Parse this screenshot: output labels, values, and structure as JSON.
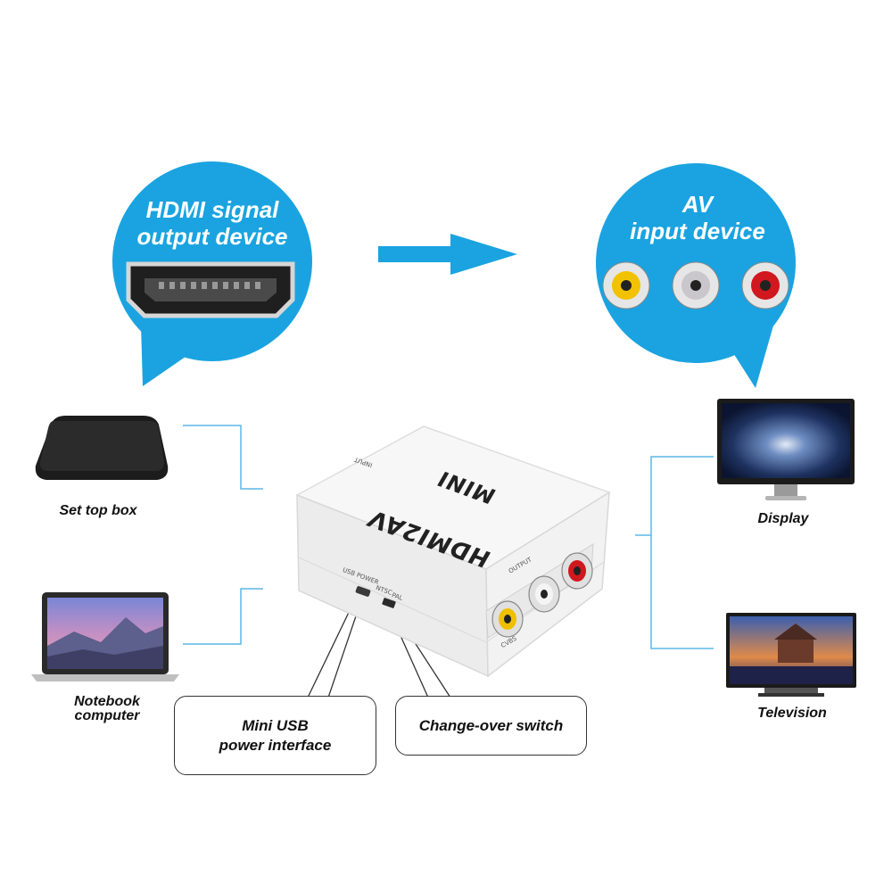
{
  "colors": {
    "accent": "#1aa3e0",
    "line": "#5bb7e6"
  },
  "bubbles": {
    "left": {
      "line1": "HDMI signal",
      "line2": "output device",
      "icon": "hdmi-port-icon"
    },
    "right": {
      "line1": "AV",
      "line2": "input device",
      "icons": [
        "rca-yellow-jack-icon",
        "rca-white-jack-icon",
        "rca-red-jack-icon"
      ]
    }
  },
  "devices": {
    "set_top_box": "Set top box",
    "notebook": {
      "line1": "Notebook",
      "line2": "computer"
    },
    "display": "Display",
    "television": "Television"
  },
  "converter": {
    "brand": "MINI",
    "model": "HDMI2AV",
    "input_label": "INPUT",
    "output_label": "OUTPUT",
    "usb_label": "USB POWER",
    "ntsc_label": "NTSC",
    "pal_label": "PAL",
    "cvbs_label": "CVBS"
  },
  "callouts": {
    "usb": {
      "line1": "Mini USB",
      "line2": "power interface"
    },
    "switch": "Change-over switch"
  }
}
